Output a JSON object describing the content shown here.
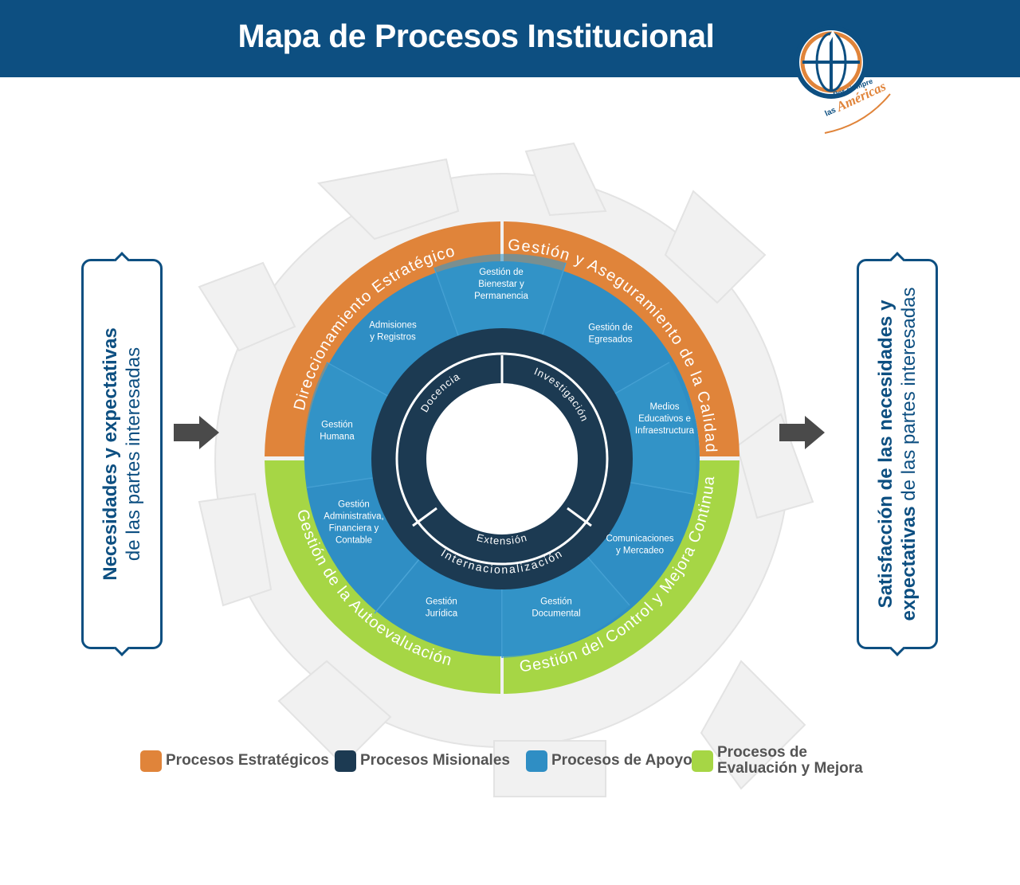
{
  "header": {
    "title": "Mapa de Procesos Institucional"
  },
  "logo": {
    "text_top": "Por siempre",
    "text_left": "las",
    "text_main": "Américas"
  },
  "left_box": {
    "line1": "Necesidades y expectativas",
    "line2": "de las partes interesadas"
  },
  "right_box": {
    "line1": "Satisfacción de las necesidades y",
    "line2_bold": "expectativas",
    "line2_rest": " de las partes interesadas"
  },
  "outer_ring": {
    "top_left": "Direccionamiento Estratégico",
    "top_right": "Gestión y Aseguramiento de la Calidad",
    "bottom_left": "Gestión de la Autoevaluación",
    "bottom_right": "Gestión del Control y Mejora Continua"
  },
  "support_segments": [
    {
      "lines": [
        "Gestión de",
        "Bienestar y",
        "Permanencia"
      ]
    },
    {
      "lines": [
        "Gestión de",
        "Egresados"
      ]
    },
    {
      "lines": [
        "Medios",
        "Educativos e",
        "Infraestructura"
      ]
    },
    {
      "lines": [
        "Comunicaciones",
        "y Mercadeo"
      ]
    },
    {
      "lines": [
        "Gestión",
        "Documental"
      ]
    },
    {
      "lines": [
        "Gestión",
        "Jurídica"
      ]
    },
    {
      "lines": [
        "Gestión",
        "Administrativa,",
        "Financiera y",
        "Contable"
      ]
    },
    {
      "lines": [
        "Gestión",
        "Humana"
      ]
    },
    {
      "lines": [
        "Admisiones",
        "y Registros"
      ]
    }
  ],
  "missional_ring": {
    "outer": "Internacionalización",
    "docencia": "Docencia",
    "investigacion": "Investigación",
    "extension": "Extensión"
  },
  "legend": [
    {
      "label": "Procesos Estratégicos",
      "color": "#e0843a"
    },
    {
      "label": "Procesos Misionales",
      "color": "#1c3a52"
    },
    {
      "label": "Procesos de Apoyo",
      "color": "#2f8ec4"
    },
    {
      "label_line1": "Procesos de",
      "label_line2": "Evaluación y Mejora",
      "color": "#a6d645"
    }
  ],
  "colors": {
    "brand_blue": "#0d4f81",
    "strategic": "#e0843a",
    "missional": "#1c3a52",
    "support": "#2f8ec4",
    "evaluation": "#a6d645",
    "gear": "#f0f0f0"
  }
}
